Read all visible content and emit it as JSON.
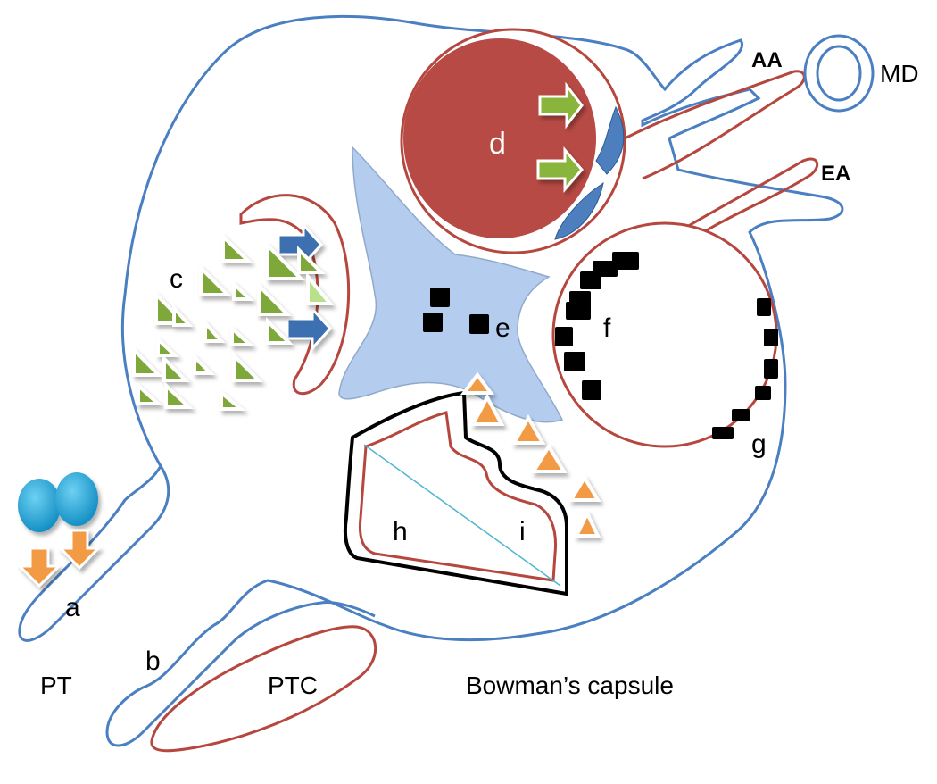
{
  "labels": {
    "a": "a",
    "b": "b",
    "c": "c",
    "d": "d",
    "e": "e",
    "f": "f",
    "g": "g",
    "h": "h",
    "i": "i",
    "aa": "AA",
    "ea": "EA",
    "md": "MD",
    "pt": "PT",
    "ptc": "PTC",
    "bowman": "Bowman’s capsule"
  },
  "colors": {
    "capsule_outline": "#4a7fc1",
    "vessel_outline": "#b5473f",
    "red_cell_fill": "#b84a45",
    "mesangium_fill": "#b4cdef",
    "podocyte_fill": "#4d7fbe",
    "green_arrow": "#8ab53c",
    "blue_arrow": "#3d6fb0",
    "orange": "#f39a45",
    "triangle_green": "#7fa83a",
    "cyan_cell": "#1fa3d4",
    "black_square": "#000000",
    "line_cyan": "#4fb6cf"
  }
}
